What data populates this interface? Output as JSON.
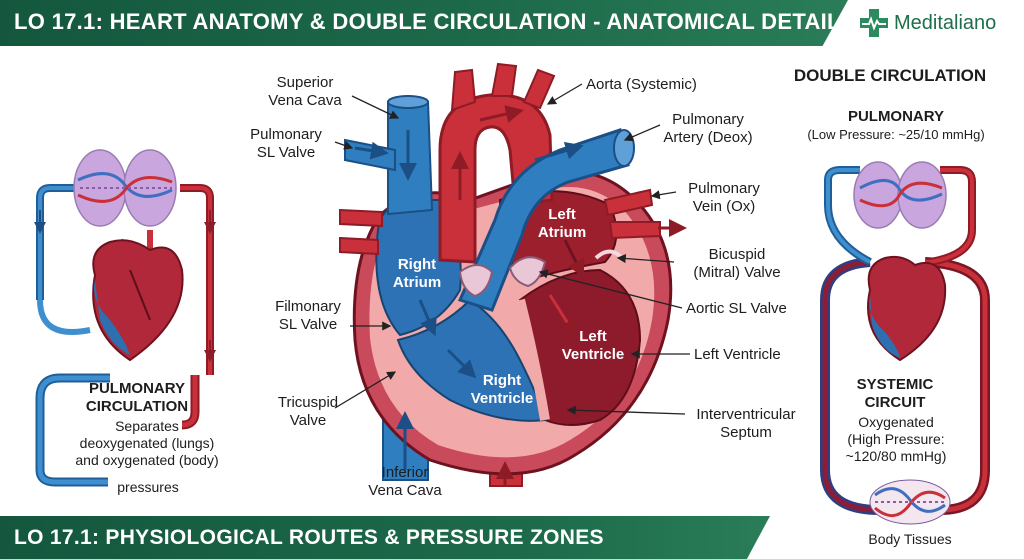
{
  "header": {
    "title": "LO 17.1: HEART ANATOMY & DOUBLE CIRCULATION - ANATOMICAL DETAIL",
    "logo_text": "Meditaliano"
  },
  "footer": {
    "title": "LO 17.1: PHYSIOLOGICAL ROUTES & PRESSURE ZONES"
  },
  "heart_labels": {
    "superior_vena_cava": "Superior\nVena Cava",
    "pulmonary_sl_valve": "Pulmonary\nSL Valve",
    "filmonary_sl_valve": "Filmonary\nSL Valve",
    "tricuspid_valve": "Tricuspid\nValve",
    "inferior_vena_cava": "Inferior\nVena Cava",
    "aorta": "Aorta (Systemic)",
    "pulmonary_artery": "Pulmonary\nArtery (Deox)",
    "pulmonary_vein": "Pulmonary\nVein (Ox)",
    "bicuspid_valve": "Bicuspid\n(Mitral) Valve",
    "aortic_sl_valve": "Aortic SL Valve",
    "left_ventricle": "Left Ventricle",
    "interventricular_septum": "Interventricular\nSeptum"
  },
  "chambers": {
    "right_atrium": "Right\nAtrium",
    "right_ventricle": "Right\nVentricle",
    "left_atrium": "Left\nAtrium",
    "left_ventricle": "Left\nVentricle"
  },
  "left_panel": {
    "heading": "PULMONARY\nCIRCULATION",
    "description": "Separates\ndeoxygenated (lungs)\nand oxygenated (body)",
    "pressures": "pressures"
  },
  "right_panel": {
    "heading": "DOUBLE CIRCULATION",
    "pulmonary_heading": "PULMONARY",
    "pulmonary_pressure": "(Low Pressure: ~25/10 mmHg)",
    "systemic_heading": "SYSTEMIC\nCIRCUIT",
    "systemic_description": "Oxygenated\n(High Pressure:\n~120/80 mmHg)",
    "body_tissues": "Body Tissues"
  },
  "colors": {
    "banner": "#1d6b4b",
    "deoxygenated": "#2f7fc0",
    "oxygenated": "#c9303a",
    "lung": "#c9a6dd"
  }
}
